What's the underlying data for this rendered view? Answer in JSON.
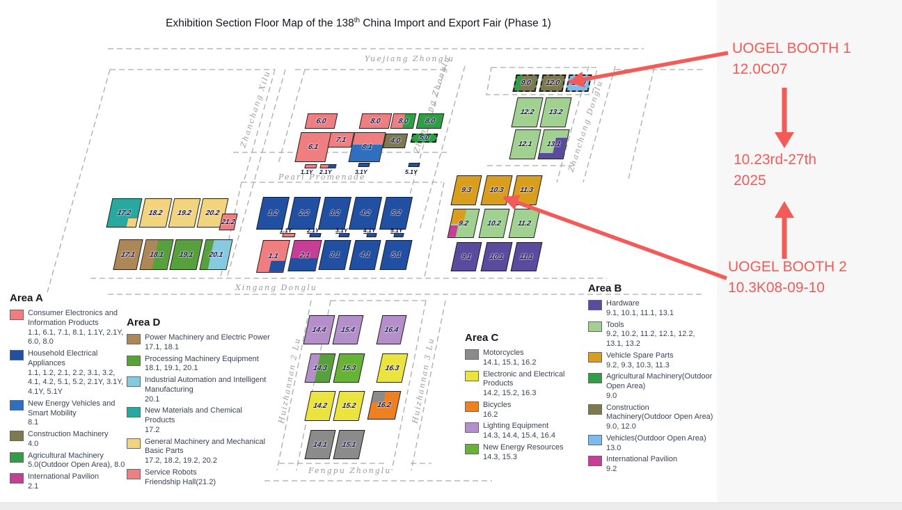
{
  "title": {
    "prefix": "Exhibition Section Floor Map of the 138",
    "sup": "th",
    "suffix": " China Import and Export Fair  (Phase 1)"
  },
  "map": {
    "road_labels": {
      "yuejiang": "Yuejiang Zhonglu",
      "zhanchang_xilu": "Zhanchang Xilu",
      "zhanchang_zhonglu": "Zhanchang Zhonglu",
      "zhanchang_donglu": "Zhanchang Donglu",
      "pearl": "Pearl Promenade",
      "xingang": "Xingang Donglu",
      "huizhannan2": "Huizhannan 2 Lu",
      "huizhannan3": "Huizhannan 3 Lu",
      "fengpu": "Fengpu Zhonglu"
    },
    "booths": [
      "9.0",
      "12.0",
      "13.0",
      "12.2",
      "13.2",
      "12.1",
      "13.1",
      "6.0",
      "8.0",
      "8.0",
      "8.0",
      "6.1",
      "7.1",
      "8.1",
      "4.0",
      "5.0",
      "17.2",
      "18.2",
      "19.2",
      "20.2",
      "21.2",
      "17.1",
      "18.1",
      "19.1",
      "20.1",
      "1.2",
      "2.2",
      "3.2",
      "4.2",
      "5.2",
      "1.1",
      "2.1",
      "3.1",
      "4.1",
      "5.1",
      "9.3",
      "10.3",
      "11.3",
      "9.2",
      "10.2",
      "11.2",
      "9.1",
      "10.1",
      "11.1",
      "14.4",
      "15.4",
      "16.4",
      "14.3",
      "15.3",
      "16.3",
      "14.2",
      "15.2",
      "16.2",
      "14.1",
      "15.1"
    ],
    "ylabels_top": [
      "1.1Y",
      "2.1Y",
      "3.1Y",
      "5.1Y"
    ],
    "ylabels_mid": [
      "1.1Y",
      "2.1Y",
      "3.1Y",
      "4.1Y",
      "5.1Y"
    ]
  },
  "legend": {
    "areaA": {
      "header": "Area A",
      "items": [
        {
          "color": "#ee7e80",
          "name": "Consumer Electronics and Information Products",
          "codes": "1.1, 6.1, 7.1, 8.1, 1.1Y, 2.1Y, 6.0, 8.0"
        },
        {
          "color": "#2150a2",
          "name": "Household Electrical Appliances",
          "codes": "1.1, 1.2, 2.1, 2.2, 3.1, 3.2, 4.1, 4.2, 5.1, 5.2, 2.1Y, 3.1Y, 4.1Y, 5.1Y"
        },
        {
          "color": "#2e6fbf",
          "name": "New Energy Vehicles and Smart Mobility",
          "codes": "8.1"
        },
        {
          "color": "#7e7a50",
          "name": "Construction Machinery",
          "codes": "4.0"
        },
        {
          "color": "#2f9e44",
          "name": "Agricultural Machinery",
          "codes": "5.0(Outdoor Open Area), 8.0"
        },
        {
          "color": "#c63f96",
          "name": "International Pavilion",
          "codes": "2.1"
        }
      ]
    },
    "areaD": {
      "header": "Area D",
      "items": [
        {
          "color": "#ae8756",
          "name": "Power Machinery and Electric Power",
          "codes": "17.1, 18.1"
        },
        {
          "color": "#58a03c",
          "name": "Processing Machinery Equipment",
          "codes": "18.1, 19.1, 20.1"
        },
        {
          "color": "#85cade",
          "name": "Industrial Automation and Intelligent Manufacturing",
          "codes": "20.1"
        },
        {
          "color": "#27a9a0",
          "name": "New Materials and Chemical Products",
          "codes": "17.2"
        },
        {
          "color": "#f3d47e",
          "name": "General Machinery and Mechanical Basic Parts",
          "codes": "17.2, 18.2, 19.2, 20.2"
        },
        {
          "color": "#ee7e80",
          "name": "Service Robots",
          "codes": "Friendship Hall(21.2)"
        }
      ]
    },
    "areaC": {
      "header": "Area C",
      "items": [
        {
          "color": "#8b8b8b",
          "name": "Motorcycles",
          "codes": "14.1, 15.1, 16.2"
        },
        {
          "color": "#ece43e",
          "name": "Electronic and Electrical Products",
          "codes": "14.2, 15.2, 16.3"
        },
        {
          "color": "#ee8020",
          "name": "Bicycles",
          "codes": "16.2"
        },
        {
          "color": "#b58fc9",
          "name": "Lighting Equipment",
          "codes": "14.3, 14.4, 15.4, 16.4"
        },
        {
          "color": "#67b335",
          "name": "New Energy Resources",
          "codes": "14.3, 15.3"
        }
      ]
    },
    "areaB": {
      "header": "Area B",
      "items": [
        {
          "color": "#5b4b9e",
          "name": "Hardware",
          "codes": "9.1, 10.1, 11.1, 13.1"
        },
        {
          "color": "#a0d190",
          "name": "Tools",
          "codes": "9.2, 10.2, 11.2, 12.1, 12.2, 13.1, 13.2"
        },
        {
          "color": "#d99e1e",
          "name": "Vehicle Spare Parts",
          "codes": "9.2, 9.3, 10.3, 11.3"
        },
        {
          "color": "#2f9e44",
          "name": "Agricultural Machinery(Outdoor Open Area)",
          "codes": "9.0"
        },
        {
          "color": "#7e7a50",
          "name": "Construction Machinery(Outdoor Open Area)",
          "codes": "9.0, 12.0"
        },
        {
          "color": "#7fbaed",
          "name": "Vehicles(Outdoor Open Area)",
          "codes": "13.0"
        },
        {
          "color": "#c63f96",
          "name": "International Pavilion",
          "codes": "9.2"
        }
      ]
    }
  },
  "annotations": {
    "accent": "#f25b57",
    "booth1_title": "UOGEL BOOTH 1",
    "booth1_code": "12.0C07",
    "date_line1": "10.23rd-27th",
    "date_line2": "2025",
    "booth2_title": "UOGEL BOOTH 2",
    "booth2_code": "10.3K08-09-10"
  }
}
